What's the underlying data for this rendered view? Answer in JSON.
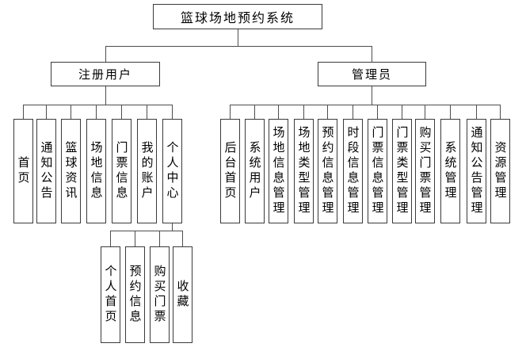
{
  "root": {
    "label": "篮球场地预约系统"
  },
  "user_branch": {
    "label": "注册用户",
    "children": [
      "首页",
      "通知公告",
      "篮球资讯",
      "场地信息",
      "门票信息",
      "我的账户",
      "个人中心"
    ]
  },
  "personal_center_branch": {
    "parent": "个人中心",
    "children": [
      "个人首页",
      "预约信息",
      "购买门票",
      "收藏"
    ]
  },
  "admin_branch": {
    "label": "管理员",
    "children": [
      "后台首页",
      "系统用户",
      "场地信息管理",
      "场地类型管理",
      "预约信息管理",
      "时段信息管理",
      "门票信息管理",
      "门票类型管理",
      "购买门票管理",
      "系统管理",
      "通知公告管理",
      "资源管理"
    ]
  },
  "colors": {
    "line": "#4d4d4d",
    "node_border": "#3a3a3a",
    "text": "#000000",
    "background": "#ffffff"
  }
}
